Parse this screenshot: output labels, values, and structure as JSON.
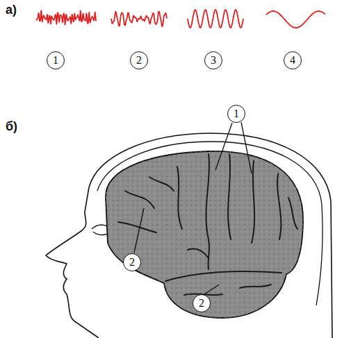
{
  "diagram": {
    "nodes": [
      {
        "text": [
          "1"
        ]
      },
      {
        "text": [
          "2"
        ]
      },
      {
        "text": [
          "3"
        ]
      },
      {
        "text": [
          "4"
        ]
      },
      {
        "text": [
          "1"
        ]
      },
      {
        "text": [
          "2"
        ]
      },
      {
        "text": [
          "2"
        ]
      }
    ],
    "labels": [
      "а)",
      "б)"
    ]
  }
}
